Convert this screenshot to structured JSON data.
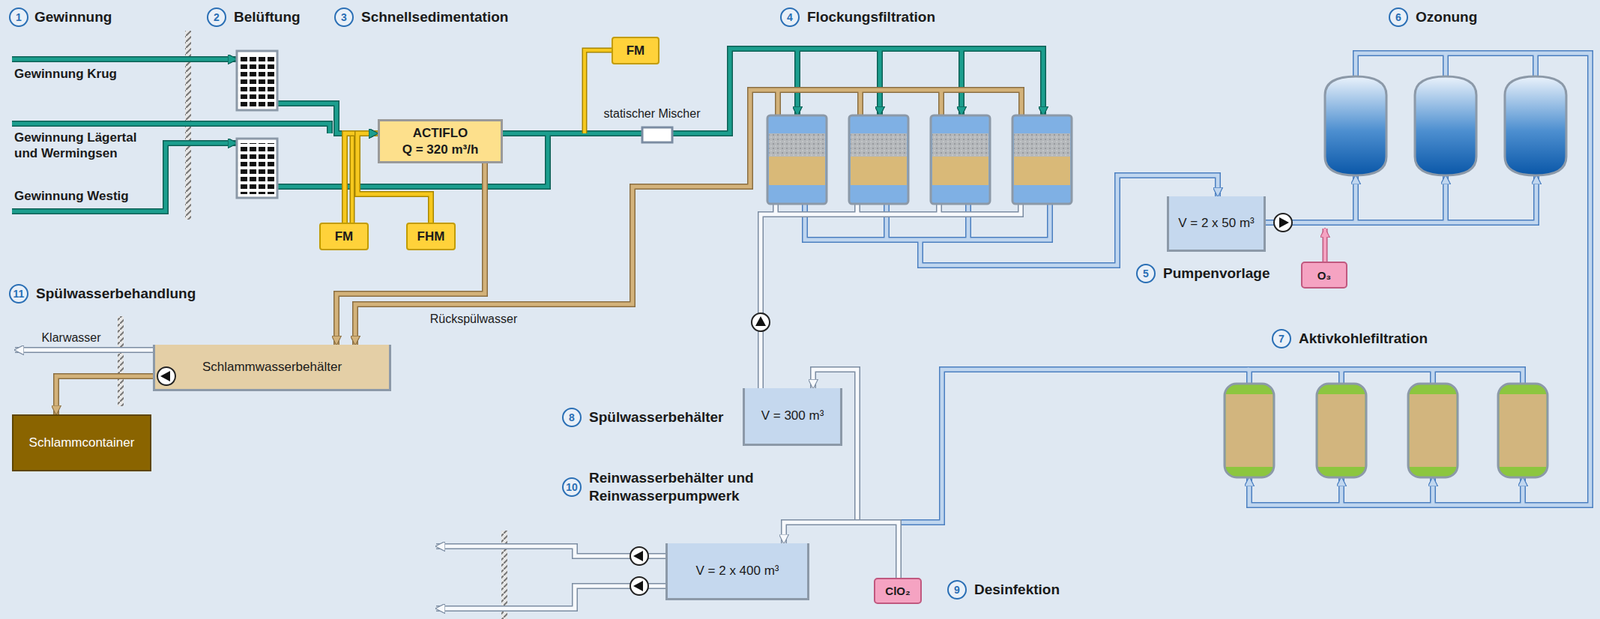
{
  "diagram": {
    "nodes": [
      {
        "text": [
          "ACTIFLO",
          "Q = 320 m³/h"
        ]
      },
      {
        "text": [
          "FM"
        ]
      },
      {
        "text": [
          "FM"
        ]
      },
      {
        "text": [
          "FHM"
        ]
      },
      {
        "text": [
          "V = 2 x 50 m³"
        ]
      },
      {
        "text": [
          "O₃"
        ]
      },
      {
        "text": [
          "Schlammwasserbehälter"
        ]
      },
      {
        "text": [
          "V = 300 m³"
        ]
      },
      {
        "text": [
          "Schlammcontainer"
        ]
      },
      {
        "text": [
          "V = 2 x 400 m³"
        ]
      },
      {
        "text": [
          "ClO₂"
        ]
      }
    ],
    "edges": [
      {
        "from": 2,
        "to": 0,
        "arrow": "to"
      },
      {
        "from": 3,
        "to": 0,
        "arrow": "to"
      },
      {
        "from": 0,
        "to": 6,
        "arrow": "to"
      },
      {
        "from": 6,
        "to": 8,
        "arrow": "to"
      },
      {
        "from": 10,
        "to": 7,
        "arrow": "to"
      },
      {
        "from": 10,
        "to": 9,
        "arrow": "to"
      }
    ],
    "labels": [
      "1",
      "Gewinnung",
      "2",
      "Belüftung",
      "3",
      "Schnellsedimentation",
      "4",
      "Flockungsfiltration",
      "6",
      "Ozonung",
      "Gewinnung Krug",
      "Gewinnung Lägertal und Wermingsen",
      "Gewinnung Westig",
      "statischer Mischer",
      "5",
      "Pumpenvorlage",
      "11",
      "Spülwasserbehandlung",
      "Rückspülwasser",
      "7",
      "Aktivkohlefiltration",
      "Klarwasser",
      "8",
      "Spülwasserbehälter",
      "10",
      "Reinwasserbehälter und Reinwasserpumpwerk",
      "9",
      "Desinfektion"
    ]
  }
}
